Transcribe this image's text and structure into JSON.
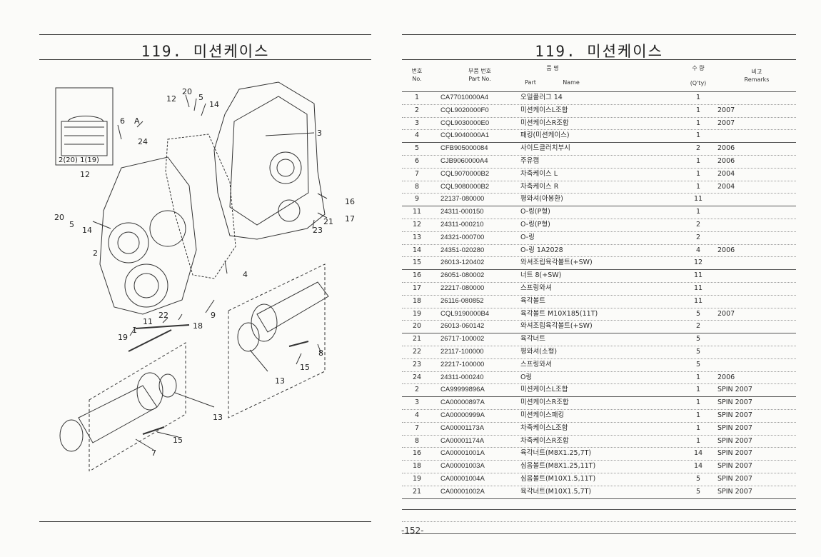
{
  "left": {
    "title": "119. 미션케이스",
    "callouts": {
      "n20a": "20",
      "n12a": "12",
      "n5a": "5",
      "n14a": "14",
      "n6": "6",
      "nA": "A",
      "n3": "3",
      "n24": "24",
      "inset": "2(20) 1(19)",
      "n12b": "12",
      "n20b": "20",
      "n5b": "5",
      "n14b": "14",
      "n16": "16",
      "n17": "17",
      "n21": "21",
      "n23": "23",
      "n2": "2",
      "n4": "4",
      "n9": "9",
      "n22": "22",
      "n11": "11",
      "n18": "18",
      "n1": "1",
      "n19": "19",
      "n8": "8",
      "n15a": "15",
      "n13a": "13",
      "n13b": "13",
      "n15b": "15",
      "n7": "7"
    }
  },
  "right": {
    "title": "119. 미션케이스",
    "header": {
      "no_ko": "번호",
      "no_en": "No.",
      "part_ko": "부품 번호",
      "part_en": "Part No.",
      "name_ko": "품 명",
      "name_part": "Part",
      "name_name": "Name",
      "qty_ko": "수 량",
      "qty_en": "(Q'ty)",
      "rem_ko": "비고",
      "rem_en": "Remarks"
    },
    "rows": [
      {
        "no": "1",
        "part": "CA77010000A4",
        "name": "오일플러그 14",
        "qty": "1",
        "rem": ""
      },
      {
        "no": "2",
        "part": "CQL9020000F0",
        "name": "미션케이스L조합",
        "qty": "1",
        "rem": "2007"
      },
      {
        "no": "3",
        "part": "CQL9030000E0",
        "name": "미션케이스R조합",
        "qty": "1",
        "rem": "2007"
      },
      {
        "no": "4",
        "part": "CQL9040000A1",
        "name": "패킹(미션케이스)",
        "qty": "1",
        "rem": ""
      },
      {
        "no": "5",
        "part": "CFB905000084",
        "name": "사이드클러치부시",
        "qty": "2",
        "rem": "2006"
      },
      {
        "no": "6",
        "part": "CJB9060000A4",
        "name": "주유캡",
        "qty": "1",
        "rem": "2006"
      },
      {
        "no": "7",
        "part": "CQL9070000B2",
        "name": "차축케이스 L",
        "qty": "1",
        "rem": "2004"
      },
      {
        "no": "8",
        "part": "CQL9080000B2",
        "name": "차축케이스 R",
        "qty": "1",
        "rem": "2004"
      },
      {
        "no": "9",
        "part": "22137-080000",
        "name": "평와셔(아봉환)",
        "qty": "11",
        "rem": ""
      },
      {
        "no": "11",
        "part": "24311-000150",
        "name": "O-링(P형)",
        "qty": "1",
        "rem": ""
      },
      {
        "no": "12",
        "part": "24311-000210",
        "name": "O-링(P형)",
        "qty": "2",
        "rem": ""
      },
      {
        "no": "13",
        "part": "24321-000700",
        "name": "O-링",
        "qty": "2",
        "rem": ""
      },
      {
        "no": "14",
        "part": "24351-020280",
        "name": "O-링 1A2028",
        "qty": "4",
        "rem": "2006"
      },
      {
        "no": "15",
        "part": "26013-120402",
        "name": "와셔조립육각볼트(+SW)",
        "qty": "12",
        "rem": ""
      },
      {
        "no": "16",
        "part": "26051-080002",
        "name": "너트 8(+SW)",
        "qty": "11",
        "rem": ""
      },
      {
        "no": "17",
        "part": "22217-080000",
        "name": "스프링와셔",
        "qty": "11",
        "rem": ""
      },
      {
        "no": "18",
        "part": "26116-080852",
        "name": "육각볼트",
        "qty": "11",
        "rem": ""
      },
      {
        "no": "19",
        "part": "CQL9190000B4",
        "name": "육각볼트 M10X185(11T)",
        "qty": "5",
        "rem": "2007"
      },
      {
        "no": "20",
        "part": "26013-060142",
        "name": "와셔조립육각볼트(+SW)",
        "qty": "2",
        "rem": ""
      },
      {
        "no": "21",
        "part": "26717-100002",
        "name": "육각너트",
        "qty": "5",
        "rem": ""
      },
      {
        "no": "22",
        "part": "22117-100000",
        "name": "평와셔(소형)",
        "qty": "5",
        "rem": ""
      },
      {
        "no": "23",
        "part": "22217-100000",
        "name": "스프링와셔",
        "qty": "5",
        "rem": ""
      },
      {
        "no": "24",
        "part": "24311-000240",
        "name": "O링",
        "qty": "1",
        "rem": "2006"
      },
      {
        "no": "2",
        "part": "CA99999896A",
        "name": "미션케이스L조합",
        "qty": "1",
        "rem": "SPIN 2007"
      },
      {
        "no": "3",
        "part": "CA00000897A",
        "name": "미션케이스R조합",
        "qty": "1",
        "rem": "SPIN 2007"
      },
      {
        "no": "4",
        "part": "CA00000999A",
        "name": "미션케이스패킹",
        "qty": "1",
        "rem": "SPIN 2007"
      },
      {
        "no": "7",
        "part": "CA00001173A",
        "name": "차축케이스L조합",
        "qty": "1",
        "rem": "SPIN 2007"
      },
      {
        "no": "8",
        "part": "CA00001174A",
        "name": "차축케이스R조합",
        "qty": "1",
        "rem": "SPIN 2007"
      },
      {
        "no": "16",
        "part": "CA00001001A",
        "name": "육각너트(M8X1.25,7T)",
        "qty": "14",
        "rem": "SPIN 2007"
      },
      {
        "no": "18",
        "part": "CA00001003A",
        "name": "심음볼트(M8X1.25,11T)",
        "qty": "14",
        "rem": "SPIN 2007"
      },
      {
        "no": "19",
        "part": "CA00001004A",
        "name": "심음볼트(M10X1.5,11T)",
        "qty": "5",
        "rem": "SPIN 2007"
      },
      {
        "no": "21",
        "part": "CA00001002A",
        "name": "육각너트(M10X1.5,7T)",
        "qty": "5",
        "rem": "SPIN 2007"
      }
    ],
    "page_number": "-152-"
  }
}
